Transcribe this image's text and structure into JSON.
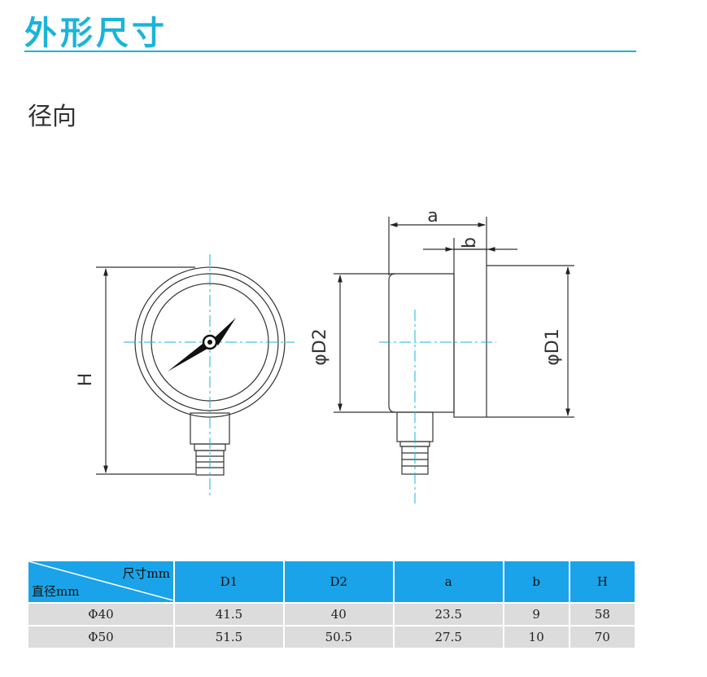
{
  "header": {
    "title": "外形尺寸",
    "subtitle": "径向",
    "accent_color": "#1ab4d8"
  },
  "drawing": {
    "labels": {
      "height": "H",
      "d2": "φD2",
      "d1": "φD1",
      "a": "a",
      "b": "b"
    }
  },
  "table": {
    "corner_top": "尺寸mm",
    "corner_bottom": "直径mm",
    "columns": [
      "D1",
      "D2",
      "a",
      "b",
      "H"
    ],
    "rows": [
      {
        "diameter": "Φ40",
        "values": [
          "41.5",
          "40",
          "23.5",
          "9",
          "58"
        ]
      },
      {
        "diameter": "Φ50",
        "values": [
          "51.5",
          "50.5",
          "27.5",
          "10",
          "70"
        ]
      }
    ],
    "header_color": "#1aa3e8",
    "row_color": "#dcdcdc"
  }
}
